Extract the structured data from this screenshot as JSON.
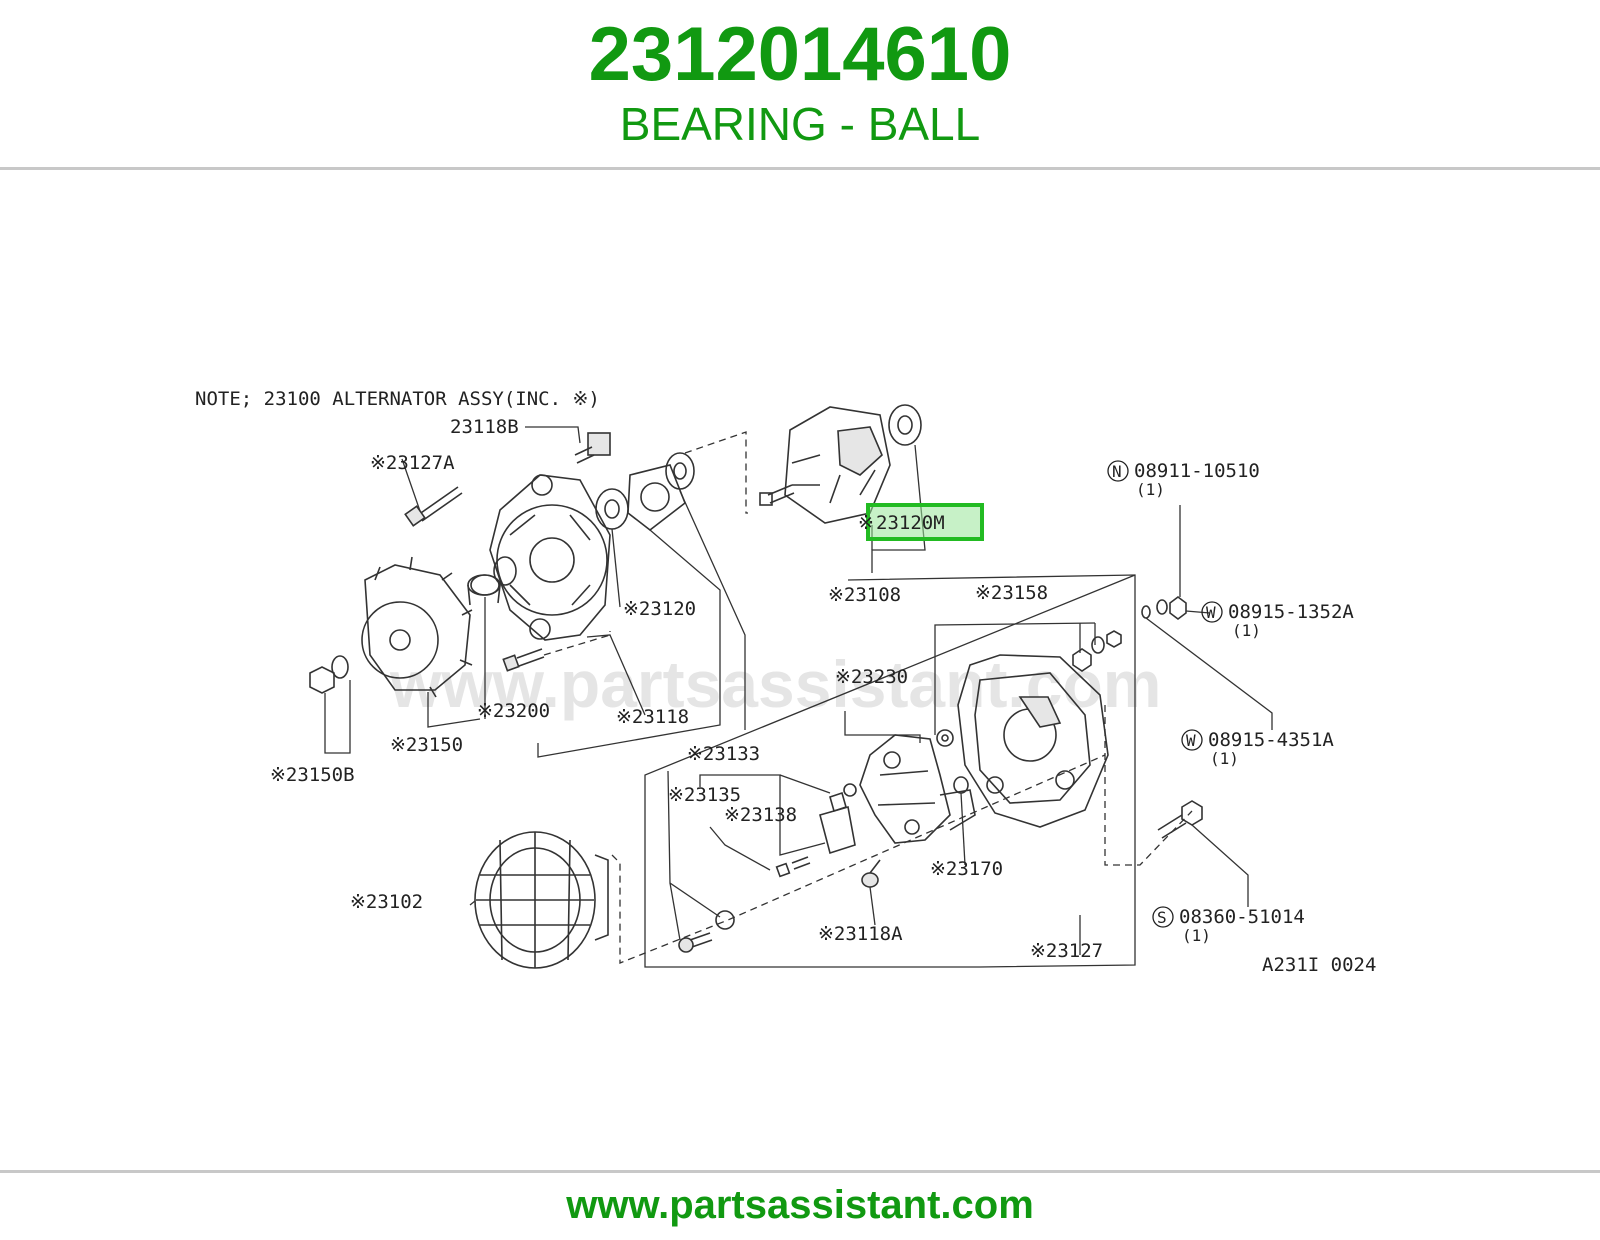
{
  "header": {
    "part_number": "2312014610",
    "part_name": "BEARING - BALL"
  },
  "diagram": {
    "note": "NOTE; 23100 ALTERNATOR ASSY(INC. ※)",
    "watermark": "www.partsassistant.com",
    "reference_code": "A231I 0024",
    "highlighted_callout": "23120M",
    "highlight_color": "#22bb22",
    "callouts": {
      "c23118B": "23118B",
      "c23127A": "※23127A",
      "c23120M": "23120M",
      "c23120M_mark": "※",
      "c08911": "08911-10510",
      "c08911_mark": "N",
      "c08911_qty": "(1)",
      "c23108": "※23108",
      "c23158": "※23158",
      "c08915_1352A": "08915-1352A",
      "c08915_1352A_mark": "W",
      "c08915_1352A_qty": "(1)",
      "c23120": "※23120",
      "c23230": "※23230",
      "c23200": "※23200",
      "c23118": "※23118",
      "c08915_4351A": "08915-4351A",
      "c08915_4351A_mark": "W",
      "c08915_4351A_qty": "(1)",
      "c23150": "※23150",
      "c23150B": "※23150B",
      "c23133": "※23133",
      "c23135": "※23135",
      "c23138": "※23138",
      "c23170": "※23170",
      "c23102": "※23102",
      "c23118A": "※23118A",
      "c08360": "08360-51014",
      "c08360_mark": "S",
      "c08360_qty": "(1)",
      "c23127": "※23127"
    }
  },
  "footer": {
    "website": "www.partsassistant.com"
  }
}
